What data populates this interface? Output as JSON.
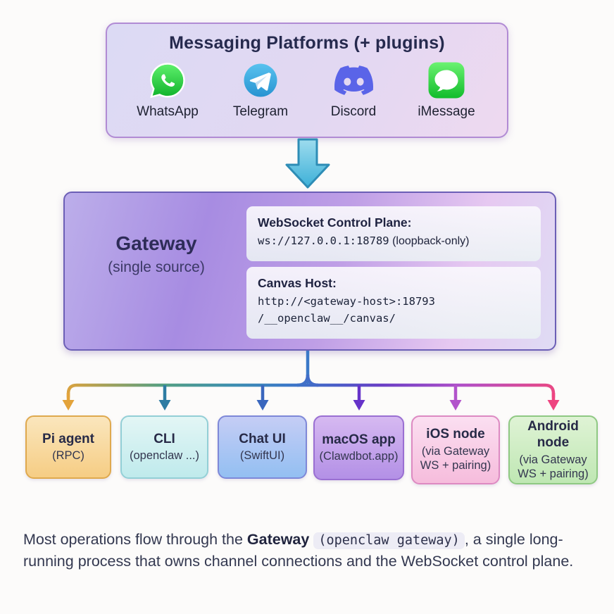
{
  "header": {
    "title": "Messaging Platforms (+ plugins)",
    "platforms": [
      {
        "name": "WhatsApp",
        "icon": "whatsapp-icon"
      },
      {
        "name": "Telegram",
        "icon": "telegram-icon"
      },
      {
        "name": "Discord",
        "icon": "discord-icon"
      },
      {
        "name": "iMessage",
        "icon": "imessage-icon"
      }
    ]
  },
  "gateway": {
    "title": "Gateway",
    "subtitle": "(single source)",
    "panels": [
      {
        "label": "WebSocket Control Plane:",
        "code": "ws://127.0.0.1:18789",
        "note": "(loopback-only)"
      },
      {
        "label": "Canvas Host:",
        "code_line1": "http://<gateway-host>:18793",
        "code_line2": "/__openclaw__/canvas/"
      }
    ]
  },
  "nodes": [
    {
      "title": "Pi agent",
      "subtitle": "(RPC)"
    },
    {
      "title": "CLI",
      "subtitle": "(openclaw ...)"
    },
    {
      "title": "Chat UI",
      "subtitle": "(SwiftUI)"
    },
    {
      "title": "macOS app",
      "subtitle": "(Clawdbot.app)"
    },
    {
      "title": "iOS node",
      "subtitle": "(via Gateway WS + pairing)"
    },
    {
      "title": "Android node",
      "subtitle": "(via Gateway WS + pairing)"
    }
  ],
  "caption": {
    "pre": "Most operations flow through the ",
    "bold": "Gateway",
    "chip": "(openclaw gateway)",
    "post": ", a single long-running process that owns channel connections and the WebSocket control plane."
  },
  "colors": {
    "trunk_blue": "#3b79c8",
    "branch_orange": "#e3a33b",
    "branch_teal": "#2e7ca3",
    "branch_blue": "#3a67be",
    "branch_purple": "#6633c9",
    "branch_orchid": "#b254cb",
    "branch_pink": "#ee4480",
    "block_arrow_fill_top": "#9edcee",
    "block_arrow_fill_bottom": "#3cb0d8",
    "block_arrow_stroke": "#2e8db6",
    "whatsapp_green": "#2bb826",
    "telegram_blue": "#37aee2",
    "discord_purple": "#5a64e8",
    "imessage_green": "#1fbe34"
  }
}
